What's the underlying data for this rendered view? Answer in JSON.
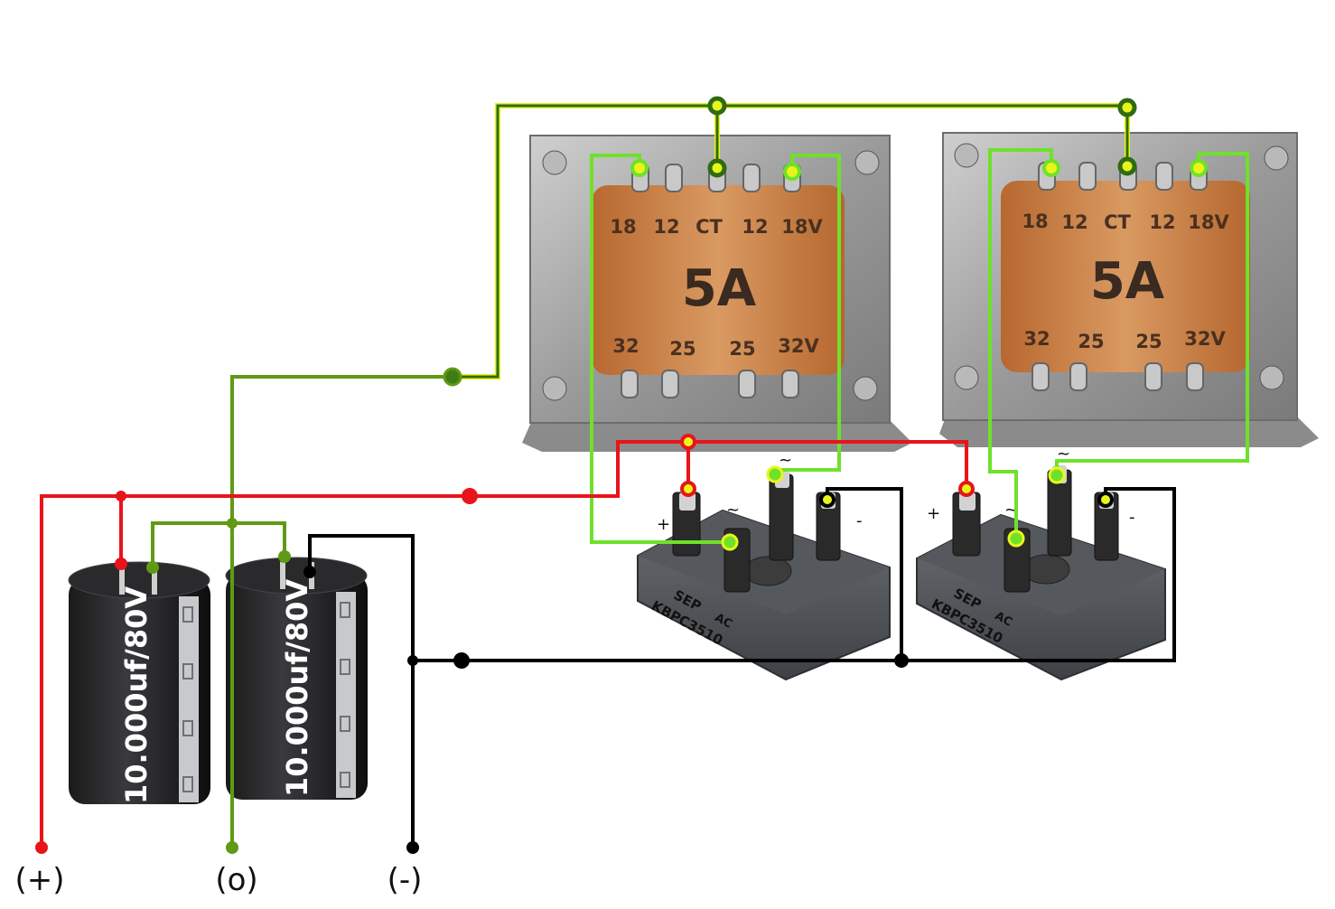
{
  "transformers": [
    {
      "top_labels": [
        "18",
        "12",
        "CT",
        "12",
        "18V"
      ],
      "rating": "5A",
      "bottom_labels": [
        "32",
        "25",
        "25",
        "32V"
      ]
    },
    {
      "top_labels": [
        "18",
        "12",
        "CT",
        "12",
        "18V"
      ],
      "rating": "5A",
      "bottom_labels": [
        "32",
        "25",
        "25",
        "32V"
      ]
    }
  ],
  "rectifiers": [
    {
      "plus": "+",
      "minus": "-",
      "ac": "~",
      "ac2": "~",
      "brand": "SEP",
      "model": "KBPC3510",
      "ac_text": "AC"
    },
    {
      "plus": "+",
      "minus": "-",
      "ac": "~",
      "ac2": "~",
      "brand": "SEP",
      "model": "KBPC3510",
      "ac_text": "AC"
    }
  ],
  "capacitors": [
    {
      "label": "10.000uf/80V"
    },
    {
      "label": "10.000uf/80V"
    }
  ],
  "outputs": {
    "positive": "(+)",
    "ground": "(o)",
    "negative": "(-)"
  },
  "colors": {
    "positive_wire": "#e8141b",
    "negative_wire": "#000000",
    "ground_wire": "#5f9a14",
    "secondary_wire": "#6fe12a",
    "center_tap_wire": "#2e6b12",
    "node_highlight": "#e9f51a"
  }
}
